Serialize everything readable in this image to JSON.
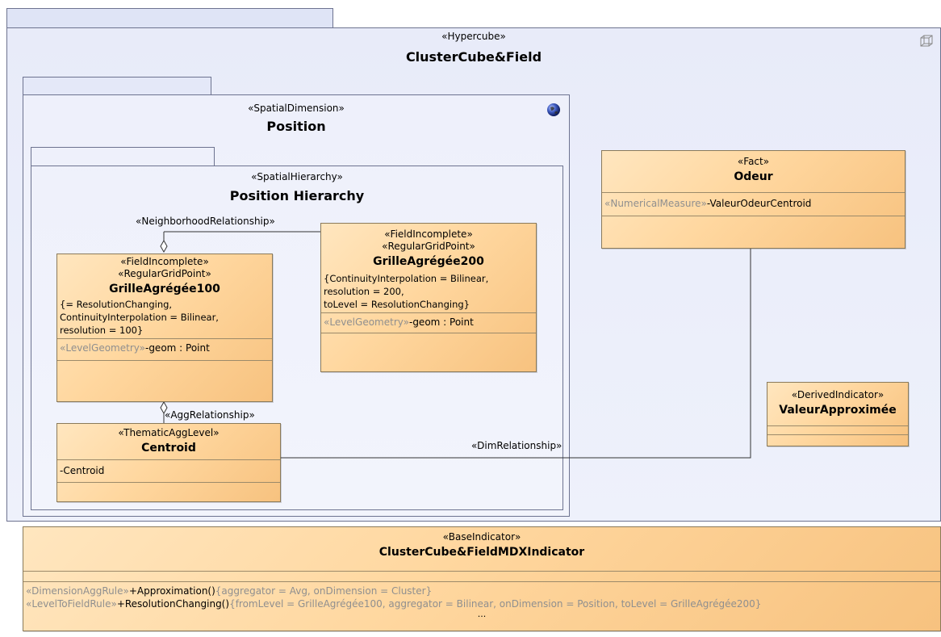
{
  "hypercube": {
    "stereotype": "«Hypercube»",
    "name": "ClusterCube&Field",
    "icon": "hypercube-icon"
  },
  "spatial_dimension": {
    "stereotype": "«SpatialDimension»",
    "name": "Position",
    "icon": "globe-icon"
  },
  "spatial_hierarchy": {
    "stereotype": "«SpatialHierarchy»",
    "name": "Position Hierarchy"
  },
  "grille100": {
    "stereo1": "«FieldIncomplete»",
    "stereo2": "«RegularGridPoint»",
    "name": "GrilleAgrégée100",
    "constraint": "{= ResolutionChanging,\nContinuityInterpolation = Bilinear,\nresolution = 100}",
    "attr_stereo": "«LevelGeometry»",
    "attr": "-geom : Point"
  },
  "grille200": {
    "stereo1": "«FieldIncomplete»",
    "stereo2": "«RegularGridPoint»",
    "name": "GrilleAgrégée200",
    "constraint": "{ContinuityInterpolation = Bilinear,\nresolution = 200,\ntoLevel = ResolutionChanging}",
    "attr_stereo": "«LevelGeometry»",
    "attr": "-geom : Point"
  },
  "centroid": {
    "stereo": "«ThematicAggLevel»",
    "name": "Centroid",
    "attr": "-Centroid"
  },
  "fact": {
    "stereo": "«Fact»",
    "name": "Odeur",
    "attr_stereo": "«NumericalMeasure»",
    "attr": "-ValeurOdeurCentroid"
  },
  "derived": {
    "stereo": "«DerivedIndicator»",
    "name": "ValeurApproximée"
  },
  "base_indicator": {
    "stereo": "«BaseIndicator»",
    "name": "ClusterCube&FieldMDXIndicator",
    "op1_stereo": "«DimensionAggRule»",
    "op1": "+Approximation()",
    "op1_constraint": "{aggregator = Avg, onDimension = Cluster}",
    "op2_stereo": "«LevelToFieldRule»",
    "op2": "+ResolutionChanging()",
    "op2_constraint": "{fromLevel = GrilleAgrégée100, aggregator = Bilinear, onDimension = Position, toLevel = GrilleAgrégée200}",
    "more": "..."
  },
  "relationships": {
    "neighborhood": "«NeighborhoodRelationship»",
    "agg": "«AggRelationship»",
    "dim": "«DimRelationship»"
  }
}
